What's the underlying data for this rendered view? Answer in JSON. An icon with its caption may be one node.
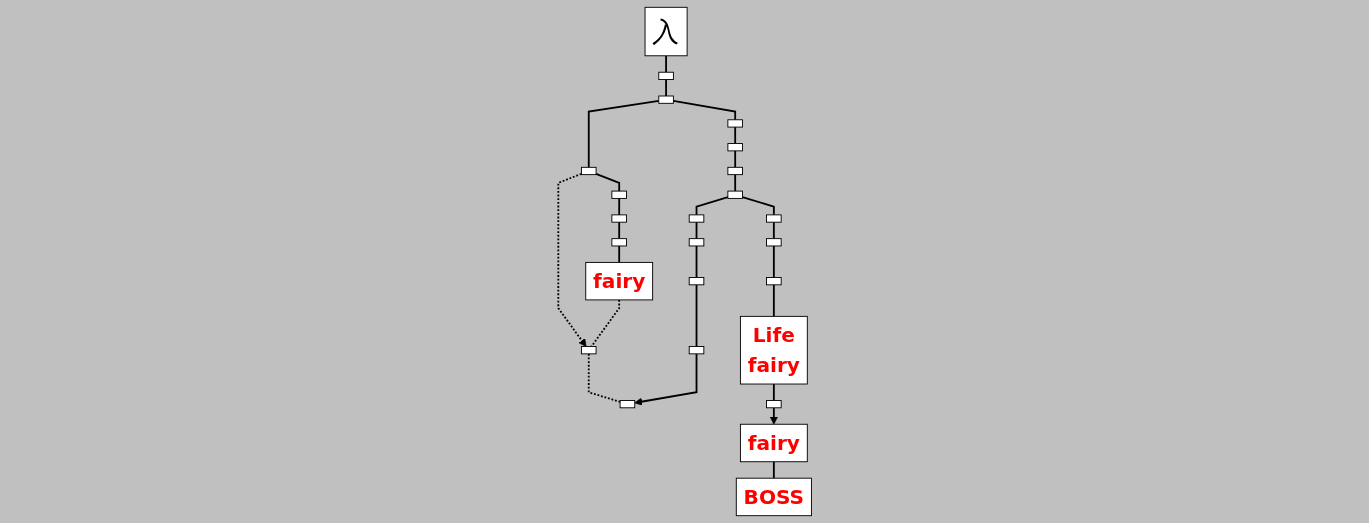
{
  "diagram": {
    "nodes": [
      {
        "text": [
          "入"
        ]
      },
      {
        "text": [],
        "shape": "box"
      },
      {
        "text": [],
        "shape": "box"
      },
      {
        "text": [],
        "shape": "box"
      },
      {
        "text": [],
        "shape": "box"
      },
      {
        "text": [],
        "shape": "box"
      },
      {
        "text": [],
        "shape": "box"
      },
      {
        "text": [],
        "shape": "box"
      },
      {
        "text": [],
        "shape": "box"
      },
      {
        "text": [],
        "shape": "box"
      },
      {
        "text": [],
        "shape": "box"
      },
      {
        "text": [
          "fairy"
        ]
      },
      {
        "text": [],
        "shape": "box"
      },
      {
        "text": [],
        "shape": "box"
      },
      {
        "text": [],
        "shape": "box"
      },
      {
        "text": [],
        "shape": "box"
      },
      {
        "text": [],
        "shape": "box"
      },
      {
        "text": [],
        "shape": "box"
      },
      {
        "text": [],
        "shape": "box"
      },
      {
        "text": [],
        "shape": "box"
      },
      {
        "text": [
          "Life",
          "fairy"
        ]
      },
      {
        "text": [],
        "shape": "box"
      },
      {
        "text": [],
        "shape": "box"
      },
      {
        "text": [
          "fairy"
        ]
      },
      {
        "text": [
          "BOSS"
        ]
      }
    ],
    "edges": [
      {
        "from": 0,
        "to": 1,
        "arrow": "none"
      },
      {
        "from": 1,
        "to": 2,
        "arrow": "none"
      },
      {
        "from": 2,
        "to": 3,
        "arrow": "none"
      },
      {
        "from": 2,
        "to": 4,
        "arrow": "none"
      },
      {
        "from": 3,
        "to": 5,
        "arrow": "none"
      },
      {
        "from": 3,
        "to": 16,
        "arrow": "to",
        "style": "dashed"
      },
      {
        "from": 4,
        "to": 6,
        "arrow": "none"
      },
      {
        "from": 5,
        "to": 7,
        "arrow": "none"
      },
      {
        "from": 6,
        "to": 8,
        "arrow": "none"
      },
      {
        "from": 7,
        "to": 9,
        "arrow": "none"
      },
      {
        "from": 8,
        "to": 10,
        "arrow": "none"
      },
      {
        "from": 9,
        "to": 11,
        "arrow": "none"
      },
      {
        "from": 10,
        "to": 12,
        "arrow": "none"
      },
      {
        "from": 10,
        "to": 13,
        "arrow": "none"
      },
      {
        "from": 12,
        "to": 14,
        "arrow": "none"
      },
      {
        "from": 13,
        "to": 15,
        "arrow": "none"
      },
      {
        "from": 11,
        "to": 16,
        "arrow": "none",
        "style": "dashed"
      },
      {
        "from": 14,
        "to": 17,
        "arrow": "none"
      },
      {
        "from": 15,
        "to": 18,
        "arrow": "none"
      },
      {
        "from": 17,
        "to": 19,
        "arrow": "none"
      },
      {
        "from": 18,
        "to": 20,
        "arrow": "none"
      },
      {
        "from": 16,
        "to": 21,
        "arrow": "none",
        "style": "dashed"
      },
      {
        "from": 19,
        "to": 21,
        "arrow": "to"
      },
      {
        "from": 20,
        "to": 22,
        "arrow": "none"
      },
      {
        "from": 22,
        "to": 23,
        "arrow": "to"
      },
      {
        "from": 23,
        "to": 24,
        "arrow": "none"
      }
    ]
  }
}
